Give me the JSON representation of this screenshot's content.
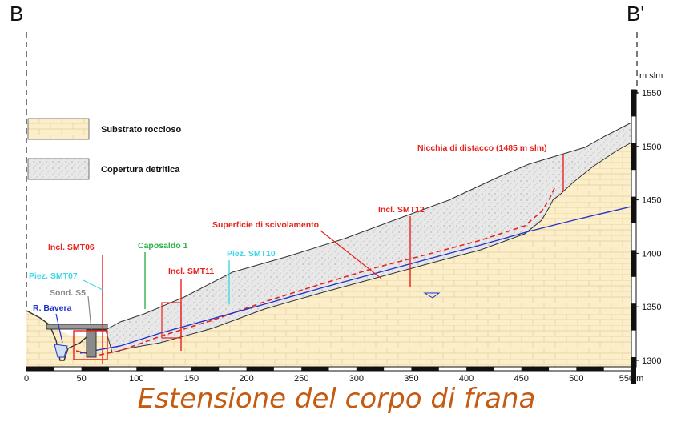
{
  "section": {
    "left_label": "B",
    "right_label": "B'"
  },
  "axis": {
    "unit_y": "m slm",
    "y_ticks": [
      "1550",
      "1500",
      "1450",
      "1400",
      "1350",
      "1300"
    ],
    "x_ticks": [
      "0",
      "50",
      "100",
      "150",
      "200",
      "250",
      "300",
      "350",
      "400",
      "450",
      "500",
      "550 m"
    ]
  },
  "legend": [
    {
      "label": "Substrato roccioso",
      "pattern": "bedrock"
    },
    {
      "label": "Copertura detritica",
      "pattern": "debris"
    }
  ],
  "annotations": {
    "nicchia": "Nicchia di distacco (1485 m slm)",
    "smt12": "Incl. SMT12",
    "superficie": "Superficie di scivolamento",
    "smt06": "Incl. SMT06",
    "caposaldo": "Caposaldo 1",
    "smt10": "Piez. SMT10",
    "smt11": "Incl. SMT11",
    "smt07": "Piez. SMT07",
    "s5": "Sond. S5",
    "bavera": "R. Bavera"
  },
  "colors": {
    "red": "#e8231e",
    "green": "#2db34a",
    "cyan": "#3fd6e8",
    "blue": "#2233cc",
    "gray": "#8a8a8a",
    "bedrock": "#fbeec9",
    "debris": "#e6e6e6",
    "caption": "#c55a11"
  },
  "caption": "Estensione del corpo di frana"
}
